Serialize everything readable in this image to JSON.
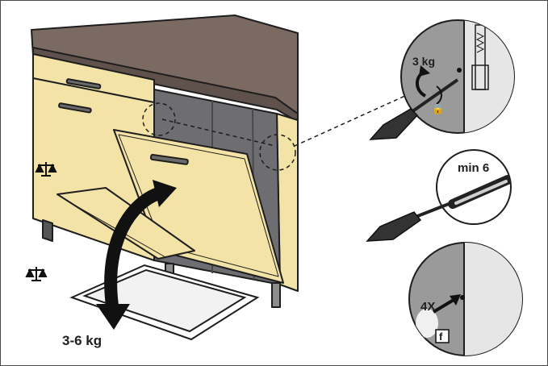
{
  "labels": {
    "torque": "3 kg",
    "min_depth": "min 6",
    "screw_count": "4X",
    "door_weight": "3-6 kg",
    "detail_letter": "f"
  },
  "colors": {
    "cabinet_front": "#f4e3a6",
    "countertop": "#7b6a62",
    "appliance_side": "#6e6e72",
    "detail_panel": "#cfcfcf",
    "outline": "#1e1e1e"
  },
  "icons": [
    "balance-scale-icon",
    "screwdriver-icon",
    "rotate-arrow-icon",
    "curved-arrow-icon"
  ]
}
